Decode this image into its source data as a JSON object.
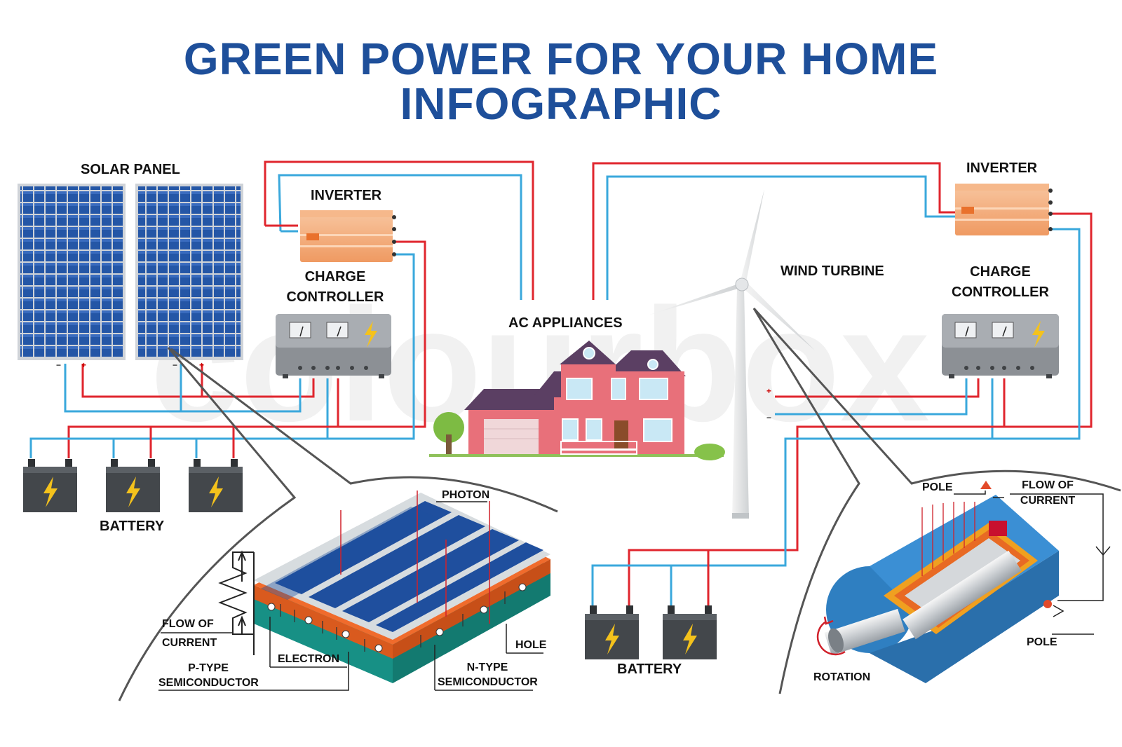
{
  "title": {
    "line1": "GREEN POWER FOR YOUR HOME",
    "line2": "INFOGRAPHIC"
  },
  "solar": {
    "panel_label": "SOLAR PANEL",
    "inverter_label": "INVERTER",
    "charge_controller_line1": "CHARGE",
    "charge_controller_line2": "CONTROLLER",
    "battery_label": "BATTERY",
    "minus_sign": "−",
    "plus_sign": "+"
  },
  "house": {
    "label": "AC APPLIANCES"
  },
  "wind": {
    "turbine_label": "WIND TURBINE",
    "inverter_label": "INVERTER",
    "charge_controller_line1": "CHARGE",
    "charge_controller_line2": "CONTROLLER",
    "battery_label": "BATTERY"
  },
  "cell_detail": {
    "photon": "PHOTON",
    "flow_of_current_line1": "FLOW OF",
    "flow_of_current_line2": "CURRENT",
    "electron": "ELECTRON",
    "hole": "HOLE",
    "p_type_line1": "P-TYPE",
    "p_type_line2": "SEMICONDUCTOR",
    "n_type_line1": "N-TYPE",
    "n_type_line2": "SEMICONDUCTOR"
  },
  "generator_detail": {
    "pole_top": "POLE",
    "pole_bottom": "POLE",
    "flow_of_current_line1": "FLOW OF",
    "flow_of_current_line2": "CURRENT",
    "rotation": "ROTATION"
  },
  "watermark": "colourbox",
  "colors": {
    "title": "#1e4f9a",
    "wire_positive": "#e0262e",
    "wire_negative": "#3aa8dc",
    "panel_cell": "#1f4f9e",
    "inverter": "#f0a472",
    "controller": "#8a8d91",
    "battery": "#3f4245",
    "house_wall": "#e8707a",
    "roof": "#5b3f63"
  },
  "icons": [
    "lightning-bolt-icon",
    "gauge-icon"
  ]
}
